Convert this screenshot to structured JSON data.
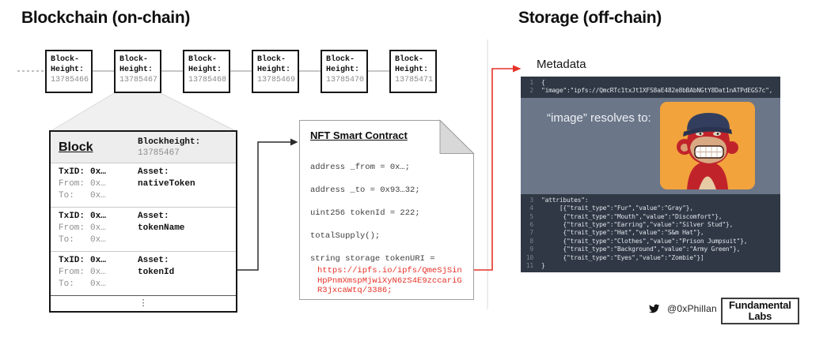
{
  "onchain": {
    "title": "Blockchain (on-chain)",
    "block_label_lines": [
      "Block-",
      "Height:"
    ],
    "blocks": [
      "13785466",
      "13785467",
      "13785468",
      "13785469",
      "13785470",
      "13785471"
    ]
  },
  "block_detail": {
    "title": "Block",
    "blockheight_label": "Blockheight:",
    "blockheight_value": "13785467",
    "tx_label": "TxID:",
    "from_label": "From:",
    "to_label": "To:",
    "asset_label": "Asset:",
    "rows": [
      {
        "txid": "0x…",
        "from": "0x…",
        "to": "0x…",
        "asset": "nativeToken"
      },
      {
        "txid": "0x…",
        "from": "0x…",
        "to": "0x…",
        "asset": "tokenName"
      },
      {
        "txid": "0x…",
        "from": "0x…",
        "to": "0x…",
        "asset": "tokenId"
      }
    ],
    "ellipsis": "⋮"
  },
  "contract": {
    "title": "NFT Smart Contract",
    "lines": [
      "address _from = 0x…;",
      "address _to = 0x93…32;",
      "uint256 tokenId = 222;",
      "totalSupply();",
      "string storage tokenURI ="
    ],
    "token_uri_lines": [
      "https://ipfs.io/ipfs/QmeSjSin",
      "HpPnmXmspMjwiXyN6zS4E9zccariG",
      "R3jxcaWtq/3386;"
    ]
  },
  "offchain": {
    "title": "Storage (off-chain)",
    "metadata_label": "Metadata",
    "resolves_text": "“image” resolves to:",
    "code_top": [
      {
        "n": "1",
        "text": "{"
      },
      {
        "n": "2",
        "text": "\"image\":\"ipfs://QmcRTc1txJt1XFS8aE482e8bBAbNGtY8Dat1nATPdEGS7c\","
      }
    ],
    "code_bottom": [
      {
        "n": "3",
        "text": "\"attributes\":"
      },
      {
        "n": "4",
        "text": "     [{\"trait_type\":\"Fur\",\"value\":\"Gray\"},"
      },
      {
        "n": "5",
        "text": "      {\"trait_type\":\"Mouth\",\"value\":\"Discomfort\"},"
      },
      {
        "n": "6",
        "text": "      {\"trait_type\":\"Earring\",\"value\":\"Silver Stud\"},"
      },
      {
        "n": "7",
        "text": "      {\"trait_type\":\"Hat\",\"value\":\"S&m Hat\"},"
      },
      {
        "n": "8",
        "text": "      {\"trait_type\":\"Clothes\",\"value\":\"Prison Jumpsuit\"},"
      },
      {
        "n": "9",
        "text": "      {\"trait_type\":\"Background\",\"value\":\"Army Green\"},"
      },
      {
        "n": "10",
        "text": "      {\"trait_type\":\"Eyes\",\"value\":\"Zombie\"}]"
      },
      {
        "n": "11",
        "text": "}"
      }
    ]
  },
  "footer": {
    "twitter_handle": "@0xPhillan",
    "logo_lines": [
      "Fundamental",
      "Labs"
    ]
  },
  "colors": {
    "accent-red": "#e53228",
    "code-bg": "#2f3844",
    "band-bg": "#6b7689",
    "ape-bg": "#f2a33c"
  }
}
